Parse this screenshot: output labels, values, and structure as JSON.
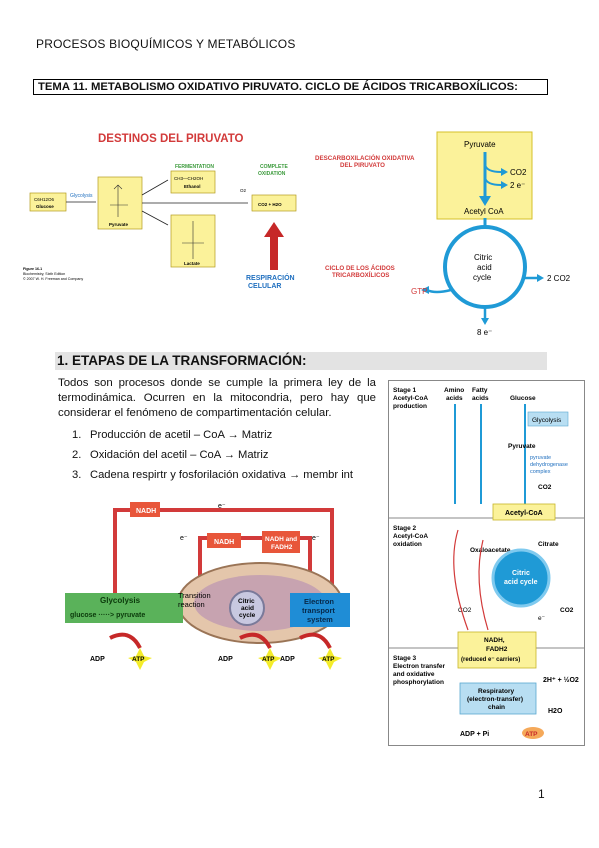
{
  "header": "PROCESOS BIOQUÍMICOS Y METABÓLICOS",
  "topic_title": "TEMA 11. METABOLISMO OXIDATIVO PIRUVATO. CICLO DE ÁCIDOS TRICARBOXÍLICOS:",
  "fig1": {
    "title": "DESTINOS DEL PIRUVATO",
    "glucose": "Glucose",
    "glucose_formula": "C6H12O6",
    "glycolysis": "Glycolysis",
    "pyruvate": "Pyruvate",
    "fermentation": "FERMENTATION",
    "ethanol": "Ethanol",
    "ethanol_formula": "CH3—CH2OH",
    "complete_oxidation_1": "COMPLETE",
    "complete_oxidation_2": "OXIDATION",
    "o2": "O2",
    "co2_h2o": "CO2 + H2O",
    "lactate": "Lactate",
    "respiracion_1": "RESPIRACIÓN",
    "respiracion_2": "CELULAR",
    "figure_note_1": "Figure 16-1",
    "figure_note_2": "Biochemistry, Sixth Edition",
    "figure_note_3": "© 2007 W. H. Freeman and Company"
  },
  "fig2": {
    "descarb_1": "DESCARBOXILACIÓN OXIDATIVA",
    "descarb_2": "DEL PIRUVATO",
    "ciclo_1": "CICLO DE LOS ÁCIDOS",
    "ciclo_2": "TRICARBOXÍLICOS",
    "pyruvate": "Pyruvate",
    "co2": "CO2",
    "two_e": "2 e⁻",
    "acetyl_coa": "Acetyl CoA",
    "citric_1": "Citric",
    "citric_2": "acid",
    "citric_3": "cycle",
    "two_co2": "2 CO2",
    "gtp": "GTP",
    "eight_e": "8 e⁻"
  },
  "section": "1.  ETAPAS DE LA TRANSFORMACIÓN:",
  "paragraph": "Todos son procesos donde se cumple la primera ley de la termodinámica. Ocurren en la mitocondria, pero hay que considerar el fenómeno de compartimentación celular.",
  "list": [
    {
      "num": "1.",
      "text": "Producción de acetil – CoA → Matriz"
    },
    {
      "num": "2.",
      "text": "Oxidación del acetil – CoA  → Matriz"
    },
    {
      "num": "3.",
      "text": "Cadena respirtr y fosforilación oxidativa → membr int"
    }
  ],
  "fig3": {
    "nadh_top": "NADH",
    "e_top": "e⁻",
    "e_left": "e⁻",
    "nadh_mid": "NADH",
    "nadh_fadh2_1": "NADH and",
    "nadh_fadh2_2": "FADH2",
    "e_right": "e⁻",
    "glycolysis": "Glycolysis",
    "glucose_pyruvate": "glucose ·····> pyruvate",
    "transition_1": "Transition",
    "transition_2": "reaction",
    "citric_1": "Citric",
    "citric_2": "acid",
    "citric_3": "cycle",
    "etc_1": "Electron",
    "etc_2": "transport",
    "etc_3": "system",
    "adp": "ADP",
    "atp": "ATP"
  },
  "fig4": {
    "stage1_1": "Stage 1",
    "stage1_2": "Acetyl-CoA",
    "stage1_3": "production",
    "amino_1": "Amino",
    "amino_2": "acids",
    "fatty_1": "Fatty",
    "fatty_2": "acids",
    "glucose": "Glucose",
    "glycolysis": "Glycolysis",
    "pyruvate": "Pyruvate",
    "pdh_1": "pyruvate",
    "pdh_2": "dehydrogenase",
    "pdh_3": "complex",
    "co2": "CO2",
    "acetyl_coa": "Acetyl-CoA",
    "stage2_1": "Stage 2",
    "stage2_2": "Acetyl-CoA",
    "stage2_3": "oxidation",
    "oxaloacetate": "Oxaloacetate",
    "citrate": "Citrate",
    "citric_1": "Citric",
    "citric_2": "acid cycle",
    "e": "e⁻",
    "stage3_1": "Stage 3",
    "stage3_2": "Electron transfer",
    "stage3_3": "and oxidative",
    "stage3_4": "phosphorylation",
    "carriers_1": "NADH,",
    "carriers_2": "FADH2",
    "carriers_3": "(reduced e⁻ carriers)",
    "resp_1": "Respiratory",
    "resp_2": "(electron-transfer)",
    "resp_3": "chain",
    "h_o2": "2H⁺ + ½O2",
    "h2o": "H2O",
    "adp_pi": "ADP + Pi",
    "atp": "ATP"
  },
  "page_number": "1",
  "colors": {
    "red": "#d23a3a",
    "blue": "#1f9ad6",
    "yellow": "#fbf29a",
    "green": "#3b9a3b"
  }
}
